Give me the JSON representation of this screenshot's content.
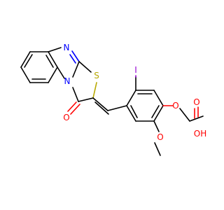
{
  "molecule": {
    "atoms": {
      "n_imine": "N",
      "n_ring": "N",
      "s_ring": "S",
      "o_carbonyl": "O",
      "iodine": "I",
      "o_ether": "O",
      "o_methoxy": "O",
      "o_acid_carbonyl": "O",
      "oh_acid": "OH"
    },
    "colors": {
      "bond": "#000000",
      "nitrogen": "#0000ff",
      "oxygen": "#ff0000",
      "sulfur": "#b8a800",
      "iodine": "#9400d3"
    }
  }
}
